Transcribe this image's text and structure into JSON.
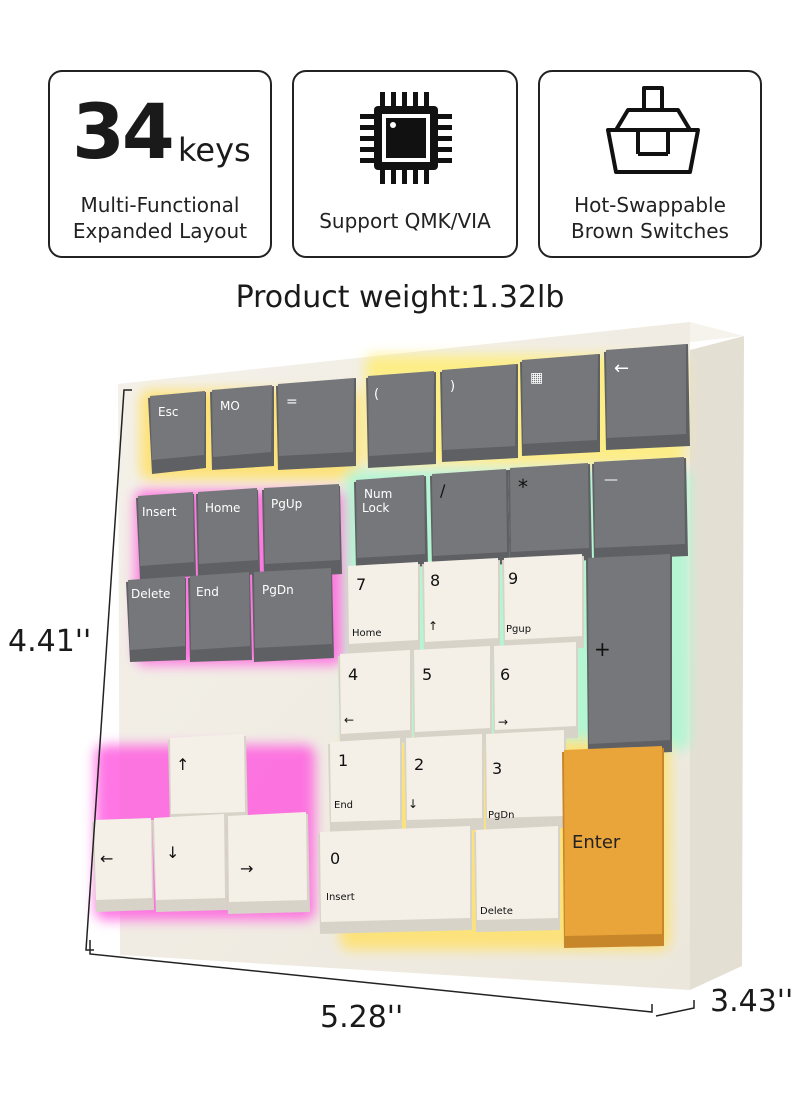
{
  "features": [
    {
      "number": "34",
      "unit": "keys",
      "line1": "Multi-Functional",
      "line2": "Expanded Layout"
    },
    {
      "icon": "chip-icon",
      "line1": "Support QMK/VIA"
    },
    {
      "icon": "switch-icon",
      "line1": "Hot-Swappable",
      "line2": "Brown Switches"
    }
  ],
  "weight": "Product weight:1.32lb",
  "dimensions": {
    "height": "4.41''",
    "width": "5.28''",
    "depth": "3.43''"
  },
  "keys": {
    "esc": "Esc",
    "mo": "MO",
    "equal": "=",
    "lparen": "(",
    "rparen": ")",
    "calc": "▦",
    "backspace": "←",
    "insert": "Insert",
    "home": "Home",
    "pgup": "PgUp",
    "delete": "Delete",
    "end": "End",
    "pgdn": "PgDn",
    "numlock1": "Num",
    "numlock2": "Lock",
    "slash": "/",
    "star": "*",
    "minus": "—",
    "k7": "7",
    "k7sub": "Home",
    "k8": "8",
    "k8sub": "↑",
    "k9": "9",
    "k9sub": "Pgup",
    "plus": "+",
    "k4": "4",
    "k4sub": "←",
    "k5": "5",
    "k6": "6",
    "k6sub": "→",
    "k1": "1",
    "k1sub": "End",
    "k2": "2",
    "k2sub": "↓",
    "k3": "3",
    "k3sub": "PgDn",
    "enter": "Enter",
    "k0": "0",
    "k0sub": "Insert",
    "kdot": "Delete",
    "up": "↑",
    "left": "←",
    "down": "↓",
    "right": "→"
  },
  "colors": {
    "gray_key": "#77787c",
    "white_key": "#f2eee6",
    "enter_key": "#e9a53a",
    "case": "#f1ede4"
  }
}
